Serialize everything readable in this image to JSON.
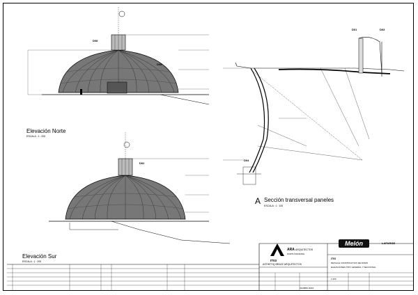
{
  "views": {
    "north": {
      "title": "Elevación Norte",
      "scale": "ESCALA : 1 : 200"
    },
    "south": {
      "title": "Elevación Sur",
      "scale": "ESCALA : 1 : 200"
    },
    "section": {
      "marker": "A",
      "title": "Sección transversal paneles",
      "scale": "ESCALA : 1 : 100"
    }
  },
  "title_block": {
    "firm_name": "ARA",
    "firm_tagline": "ARQUITECTOS",
    "firm_caption": "NORTH RANKING",
    "architect": "ASTHETIQ  BRAZZ  ARQUITECTOS",
    "project_code": "IT03",
    "client_logo": "Melón",
    "client_partner": "LAFARGE",
    "sheet_code": "IT03",
    "description": "DETALLE CONSTRUCTIVO DE DOMO",
    "drawing_title": "ELEVACIONES TIPO GENERAL Y SECCIONAL",
    "date": "01/ABRIL/2010",
    "scale_value": "1:200"
  }
}
